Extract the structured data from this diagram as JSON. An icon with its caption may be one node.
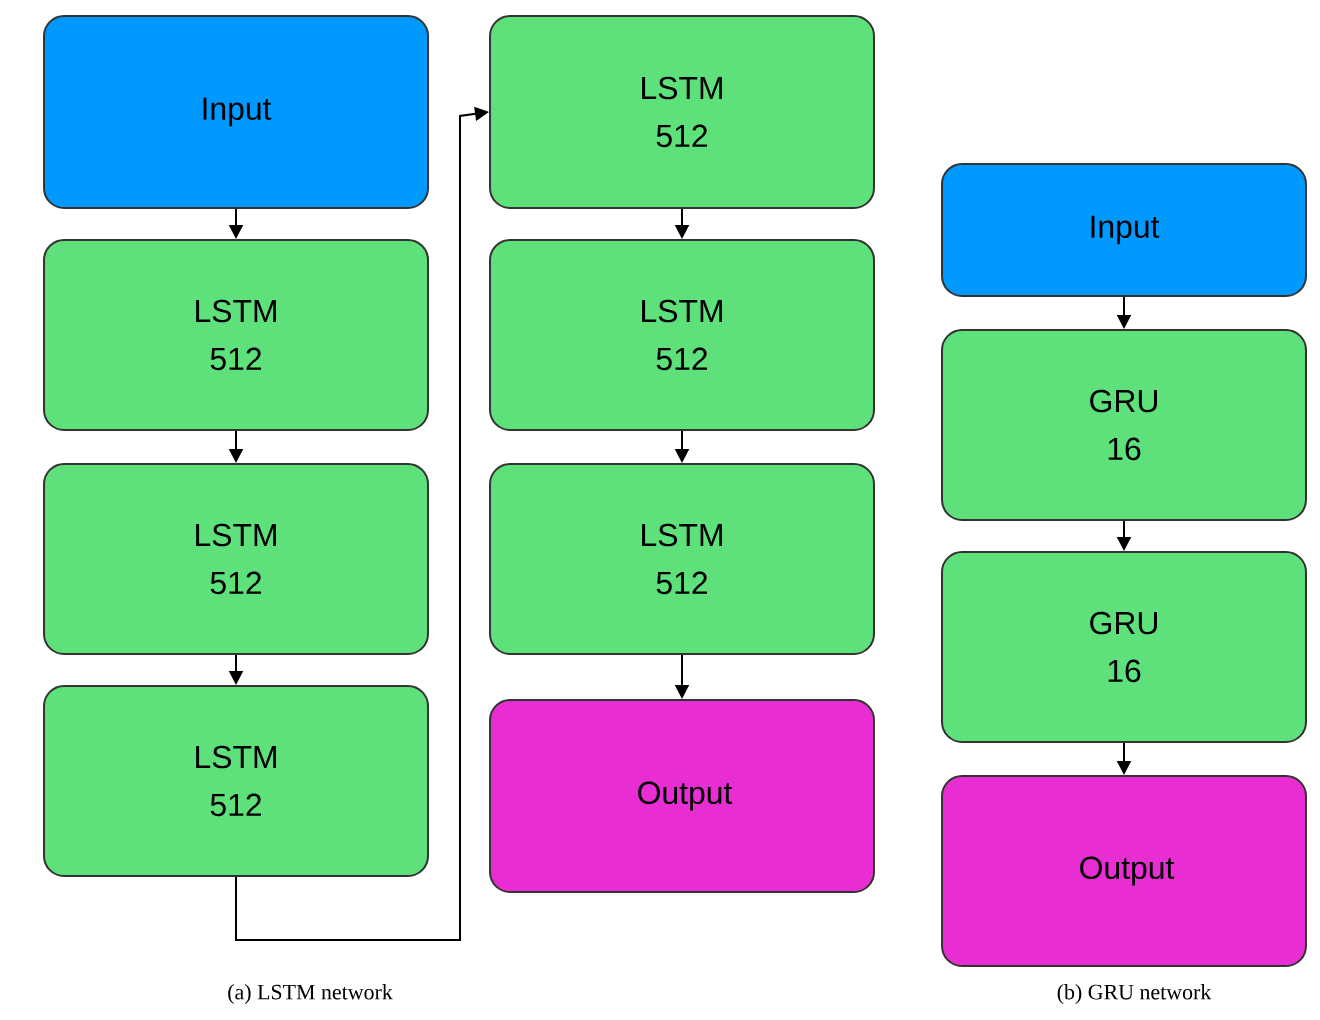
{
  "diagram": {
    "nodes": [
      {
        "text": [
          "Input"
        ]
      },
      {
        "text": [
          "LSTM 512"
        ]
      },
      {
        "text": [
          "LSTM 512"
        ]
      },
      {
        "text": [
          "LSTM 512"
        ]
      },
      {
        "text": [
          "LSTM 512"
        ]
      },
      {
        "text": [
          "LSTM 512"
        ]
      },
      {
        "text": [
          "LSTM 512"
        ]
      },
      {
        "text": [
          "Output"
        ]
      },
      {
        "text": [
          "Input"
        ]
      },
      {
        "text": [
          "GRU 16"
        ]
      },
      {
        "text": [
          "GRU 16"
        ]
      },
      {
        "text": [
          "Output"
        ]
      }
    ],
    "edges": [
      {
        "from": 0,
        "to": 1,
        "arrow": "to"
      },
      {
        "from": 1,
        "to": 2,
        "arrow": "to"
      },
      {
        "from": 2,
        "to": 3,
        "arrow": "to"
      },
      {
        "from": 3,
        "to": 4,
        "arrow": "to"
      },
      {
        "from": 4,
        "to": 5,
        "arrow": "to"
      },
      {
        "from": 5,
        "to": 6,
        "arrow": "to"
      },
      {
        "from": 6,
        "to": 7,
        "arrow": "to"
      },
      {
        "from": 8,
        "to": 9,
        "arrow": "to"
      },
      {
        "from": 9,
        "to": 10,
        "arrow": "to"
      },
      {
        "from": 10,
        "to": 11,
        "arrow": "to"
      }
    ],
    "labels": [
      "(a) LSTM network",
      "(b) GRU network"
    ]
  }
}
